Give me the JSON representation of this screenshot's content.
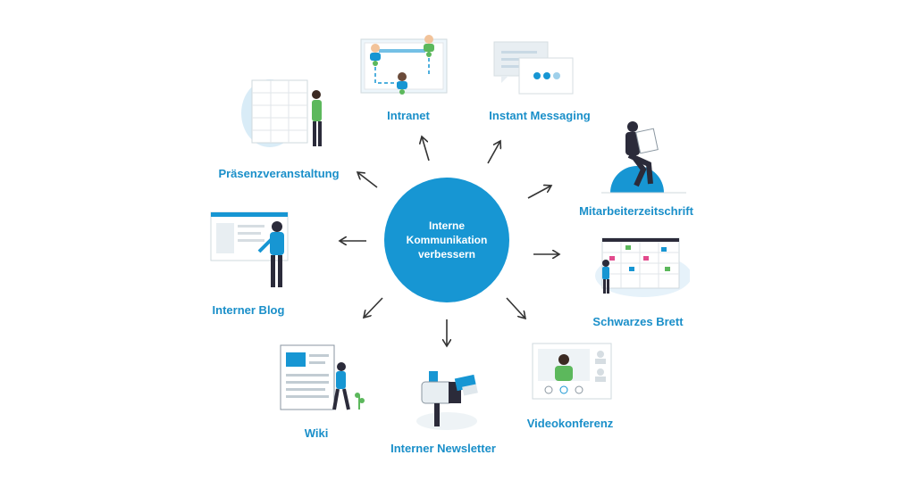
{
  "center": {
    "lines": [
      "Interne",
      "Kommunikation",
      "verbessern"
    ]
  },
  "channels": {
    "intranet": "Intranet",
    "instant_messaging": "Instant Messaging",
    "praesenzveranstaltung": "Präsenzveranstaltung",
    "mitarbeiterzeitschrift": "Mitarbeiterzeitschrift",
    "interner_blog": "Interner Blog",
    "schwarzes_brett": "Schwarzes Brett",
    "wiki": "Wiki",
    "interner_newsletter": "Interner Newsletter",
    "videokonferenz": "Videokonferenz"
  },
  "colors": {
    "accent": "#1796d3",
    "label": "#1a8fc9",
    "dark": "#2b2b3a",
    "green": "#5cb85c"
  }
}
